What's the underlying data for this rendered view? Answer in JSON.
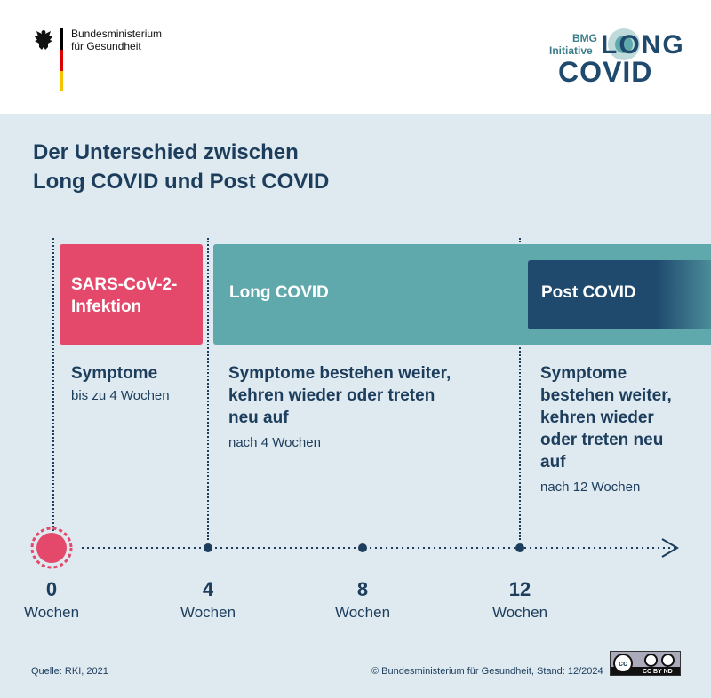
{
  "header": {
    "ministry_line1": "Bundesministerium",
    "ministry_line2": "für Gesundheit",
    "logo_bmg": "BMG",
    "logo_initiative": "Initiative",
    "logo_long": "LONG",
    "logo_covid": "COVID"
  },
  "title": {
    "line1": "Der Unterschied zwischen",
    "line2": "Long COVID und Post COVID"
  },
  "phases": [
    {
      "label_line1": "SARS-CoV-2-",
      "label_line2": "Infektion",
      "heading": "Symptome",
      "sub": "bis zu 4 Wochen",
      "color": "#e4496b"
    },
    {
      "label": "Long COVID",
      "heading_lines": [
        "Symptome bestehen weiter,",
        "kehren wieder oder treten",
        "neu auf"
      ],
      "sub": "nach 4 Wochen",
      "color": "#5fa8ab"
    },
    {
      "label": "Post COVID",
      "heading_lines": [
        "Symptome",
        "bestehen weiter,",
        "kehren wieder",
        "oder treten neu",
        "auf"
      ],
      "sub": "nach 12 Wochen",
      "color": "#1f4a6e"
    }
  ],
  "timeline": [
    {
      "value": "0",
      "unit": "Wochen"
    },
    {
      "value": "4",
      "unit": "Wochen"
    },
    {
      "value": "8",
      "unit": "Wochen"
    },
    {
      "value": "12",
      "unit": "Wochen"
    }
  ],
  "footer": {
    "source": "Quelle: RKI, 2021",
    "copyright": "© Bundesministerium für Gesundheit, Stand: 12/2024",
    "license": "CC BY ND"
  }
}
